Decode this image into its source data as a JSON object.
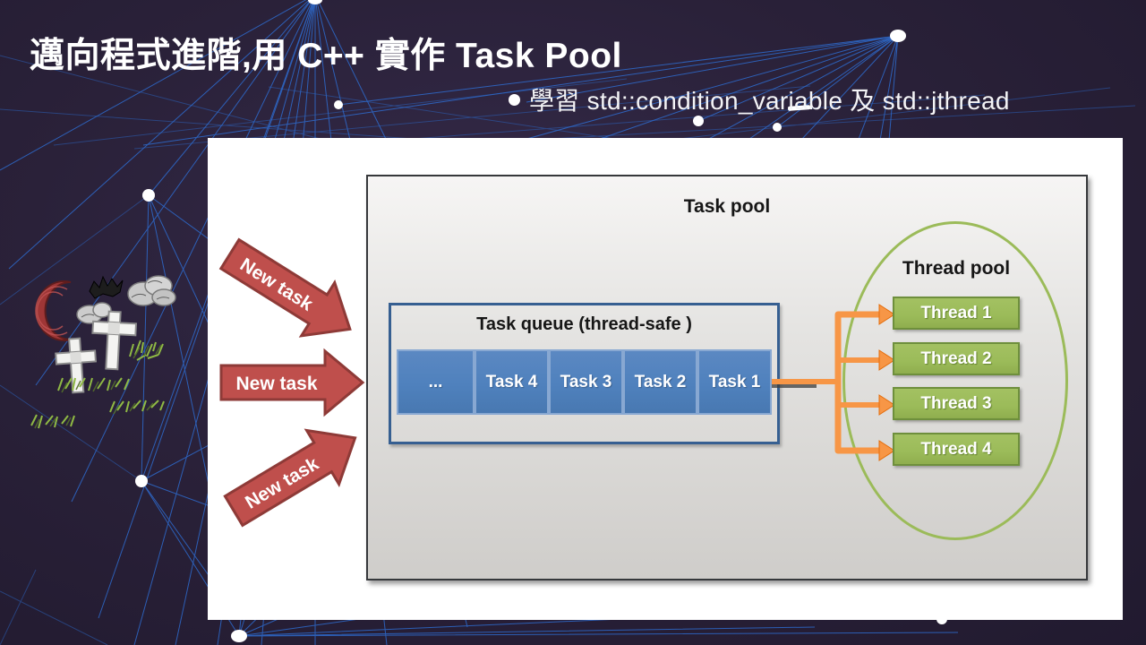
{
  "slide": {
    "title": "邁向程式進階,用 C++ 實作 Task Pool",
    "subtitle": "學習 std::condition_variable 及 std::jthread"
  },
  "diagram": {
    "task_pool_label": "Task pool",
    "task_queue_label": "Task queue (thread-safe )",
    "queue_cells": [
      "...",
      "Task 4",
      "Task 3",
      "Task 2",
      "Task 1"
    ],
    "thread_pool_label": "Thread pool",
    "threads": [
      "Thread 1",
      "Thread 2",
      "Thread 3",
      "Thread 4"
    ],
    "new_task_arrows": [
      "New task",
      "New task",
      "New task"
    ]
  },
  "colors": {
    "background_purple": "#2a2139",
    "network_line_blue": "#2e6fd6",
    "queue_cell_blue": "#4f81bd",
    "queue_border_blue": "#365f91",
    "thread_green": "#9bbb59",
    "thread_border_green": "#6e8f3c",
    "connector_orange": "#f79646",
    "new_task_red": "#bf4f4c",
    "new_task_border_red": "#8e3a37",
    "panel_white": "#ffffff"
  }
}
